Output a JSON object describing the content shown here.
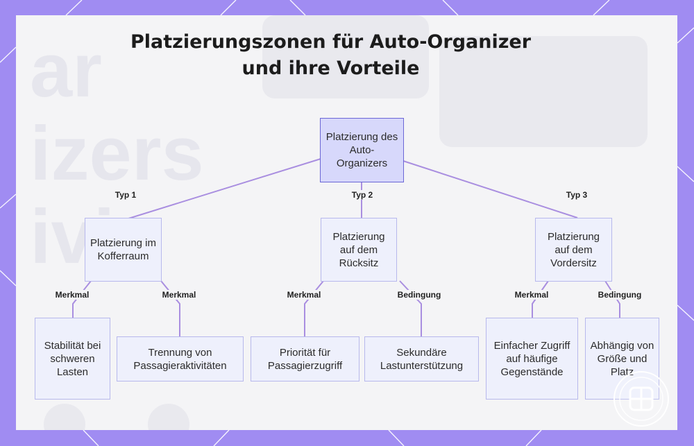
{
  "title": {
    "line1": "Platzierungszonen für Auto-Organizer",
    "line2": "und ihre Vorteile"
  },
  "background": {
    "watermark_lines": [
      "ar",
      "izers",
      "ivin"
    ]
  },
  "nodes": {
    "root": "Platzierung des Auto-Organizers",
    "kofferraum": "Platzierung im Kofferraum",
    "ruecksitz": "Platzierung auf dem Rücksitz",
    "vordersitz": "Platzierung auf dem Vordersitz",
    "stabilitaet": "Stabilität bei schweren Lasten",
    "trennung": "Trennung von Passagieraktivitäten",
    "prioritaet": "Priorität für Passagierzugriff",
    "sekundaer": "Sekundäre Lastunterstützung",
    "zugriff": "Einfacher Zugriff auf häufige Gegenstände",
    "abhaengig": "Abhängig von Größe und Platz"
  },
  "edge_labels": {
    "typ1": "Typ 1",
    "typ2": "Typ 2",
    "typ3": "Typ 3",
    "merkmal_a": "Merkmal",
    "merkmal_b": "Merkmal",
    "merkmal_c": "Merkmal",
    "bedingung_a": "Bedingung",
    "merkmal_d": "Merkmal",
    "bedingung_b": "Bedingung"
  },
  "colors": {
    "frame": "#a08cf2",
    "root_fill": "#d7d8fb",
    "node_fill": "#eef0fc",
    "line": "#a98ee0"
  },
  "icons": {
    "logo": "brand-logo-icon"
  }
}
